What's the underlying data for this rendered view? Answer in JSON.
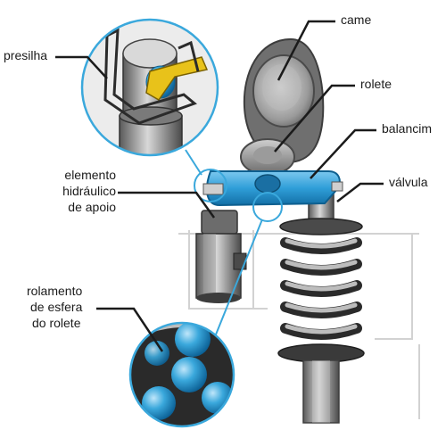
{
  "labels": {
    "presilha": "presilha",
    "came": "came",
    "rolete": "rolete",
    "balancim": "balancim",
    "valvula": "válvula",
    "elemento_line1": "elemento",
    "elemento_line2": "hidráulico",
    "elemento_line3": "de apoio",
    "rolamento_line1": "rolamento",
    "rolamento_line2": "de esfera",
    "rolamento_line3": "do rolete"
  },
  "colors": {
    "part_blue": "#2f9ed8",
    "outline_blue": "#3aa8dc",
    "metal_grey": "#8c8c8c",
    "dark_metal": "#3a3a3a",
    "clip_yellow": "#e8c21a"
  }
}
